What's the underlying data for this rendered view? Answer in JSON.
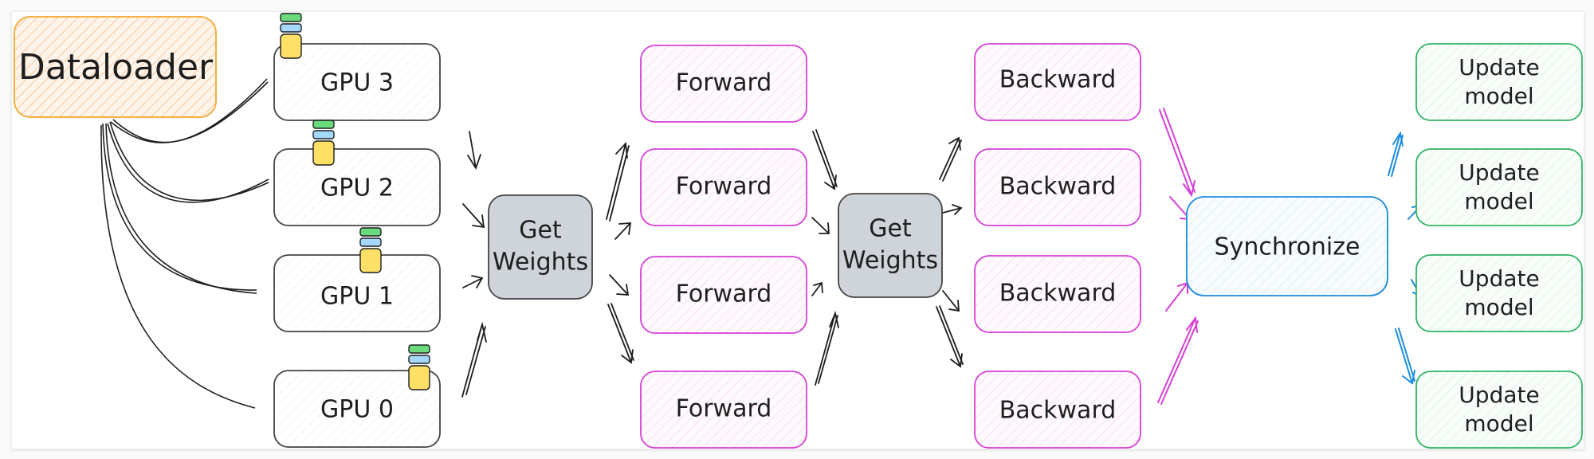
{
  "colors": {
    "ink": "#1e1e1e",
    "dataloader_stroke": "#f5b041",
    "dataloader_fill": "#fde2cc",
    "gpu_stroke": "#444444",
    "weights_fill": "#ced4da",
    "forward_backward_stroke": "#d63fd6",
    "forward_backward_fill": "#fbe3fb",
    "sync_stroke": "#1c8ce0",
    "sync_fill": "#e3f4fb",
    "update_stroke": "#2fb463",
    "update_fill": "#e2f7e8",
    "chip_green": "#69db7c",
    "chip_blue": "#a5d8ff",
    "chip_yellow": "#ffe066"
  },
  "dataloader": {
    "label": "Dataloader"
  },
  "gpus": [
    {
      "label": "GPU 3"
    },
    {
      "label": "GPU 2"
    },
    {
      "label": "GPU 1"
    },
    {
      "label": "GPU 0"
    }
  ],
  "get_weights": [
    {
      "label_line1": "Get",
      "label_line2": "Weights"
    },
    {
      "label_line1": "Get",
      "label_line2": "Weights"
    }
  ],
  "forward": [
    {
      "label": "Forward"
    },
    {
      "label": "Forward"
    },
    {
      "label": "Forward"
    },
    {
      "label": "Forward"
    }
  ],
  "backward": [
    {
      "label": "Backward"
    },
    {
      "label": "Backward"
    },
    {
      "label": "Backward"
    },
    {
      "label": "Backward"
    }
  ],
  "synchronize": {
    "label": "Synchronize"
  },
  "update": [
    {
      "label_line1": "Update",
      "label_line2": "model"
    },
    {
      "label_line1": "Update",
      "label_line2": "model"
    },
    {
      "label_line1": "Update",
      "label_line2": "model"
    },
    {
      "label_line1": "Update",
      "label_line2": "model"
    }
  ]
}
